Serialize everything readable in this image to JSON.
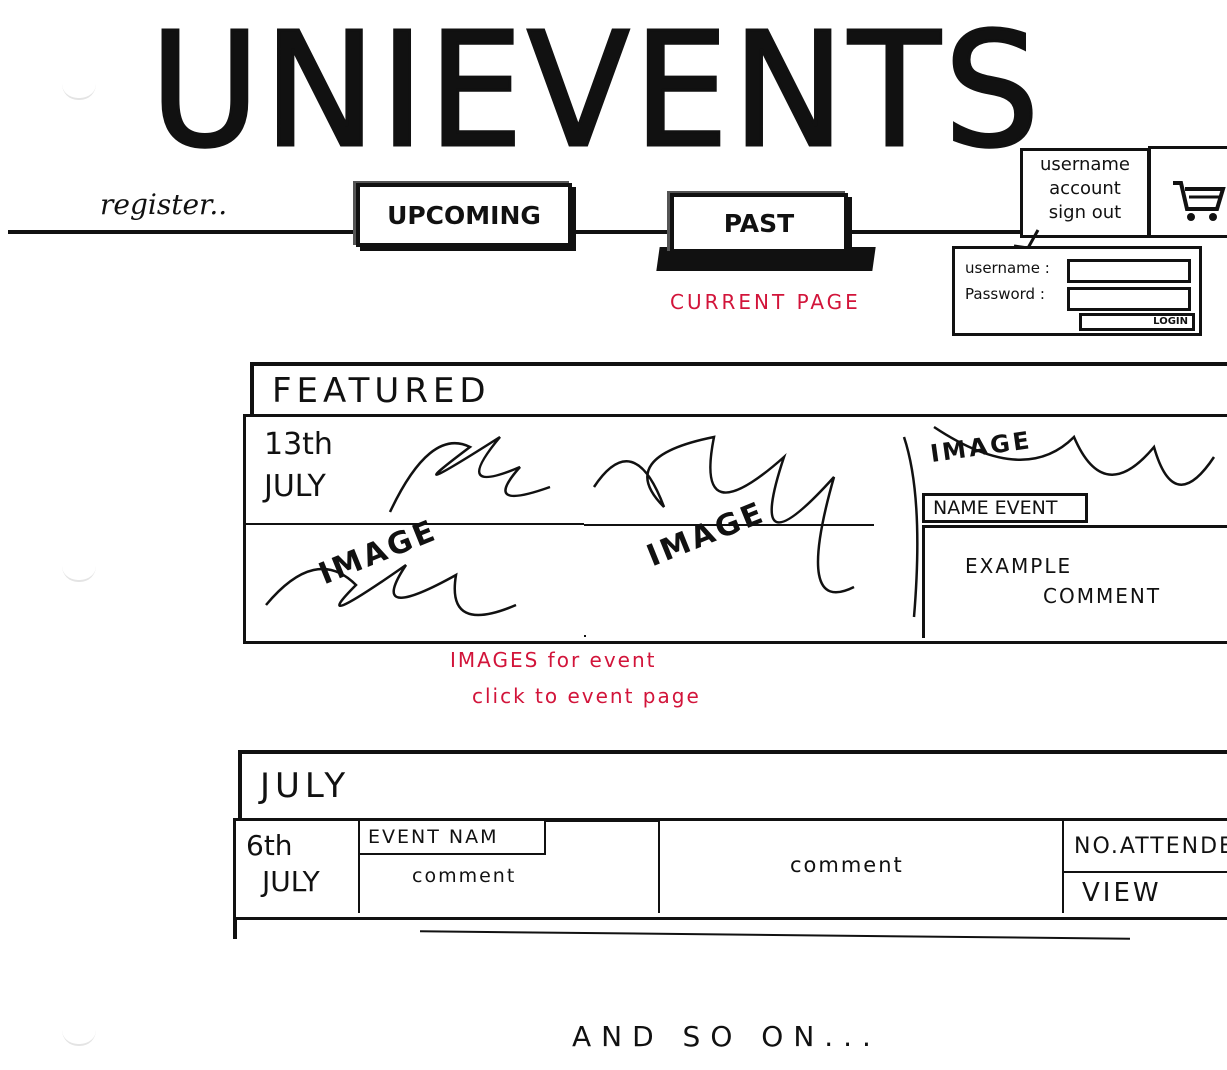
{
  "site_title": "UNIEVENTS",
  "nav": {
    "register_label": "register..",
    "upcoming_label": "UPCOMING",
    "past_label": "PAST",
    "current_page_note": "CURRENT PAGE"
  },
  "account_menu": {
    "username": "username",
    "account": "account",
    "sign_out": "sign out",
    "cart_icon": "shopping-cart-icon"
  },
  "login": {
    "username_label": "username :",
    "password_label": "Password :",
    "login_label": "LOGIN"
  },
  "featured": {
    "heading": "FEATURED",
    "day": "13th",
    "month": "JULY",
    "image_labels": [
      "IMAGE",
      "IMAGE",
      "IMAGE"
    ],
    "event_name": "NAME EVENT",
    "comment_line1": "EXAMPLE",
    "comment_line2": "COMMENT"
  },
  "annotations": {
    "images_line1": "IMAGES for event",
    "images_line2": "click to event page"
  },
  "july": {
    "heading": "JULY",
    "day": "6th",
    "month": "JULY",
    "event_name": "EVENT NAM",
    "comment_small": "comment",
    "comment_large": "comment",
    "attendees_label": "NO.ATTENDE",
    "view_label": "VIEW"
  },
  "footer_note": "AND SO ON..."
}
